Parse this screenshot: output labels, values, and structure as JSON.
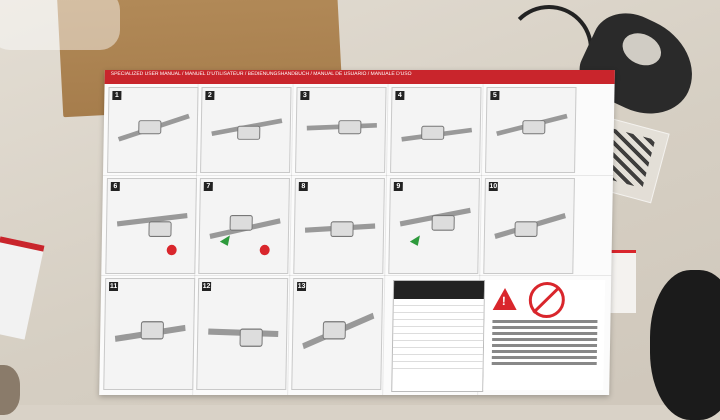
{
  "scene": {
    "description_free": true
  },
  "manual": {
    "header_line": "SPECIALIZED USER MANUAL / MANUEL D'UTILISATEUR / BEDIENUNGSHANDBUCH / MANUAL DE USUARIO / MANUALE D'USO",
    "header_sub": "",
    "panel_numbers": [
      "1",
      "2",
      "3",
      "4",
      "5",
      "6",
      "7",
      "8",
      "9",
      "10",
      "11",
      "12",
      "13"
    ],
    "accent_color": "#c9252c"
  },
  "colors": {
    "table": "#d6cfc3",
    "cardboard": "#a67d4c",
    "warning_red": "#d9262c"
  }
}
